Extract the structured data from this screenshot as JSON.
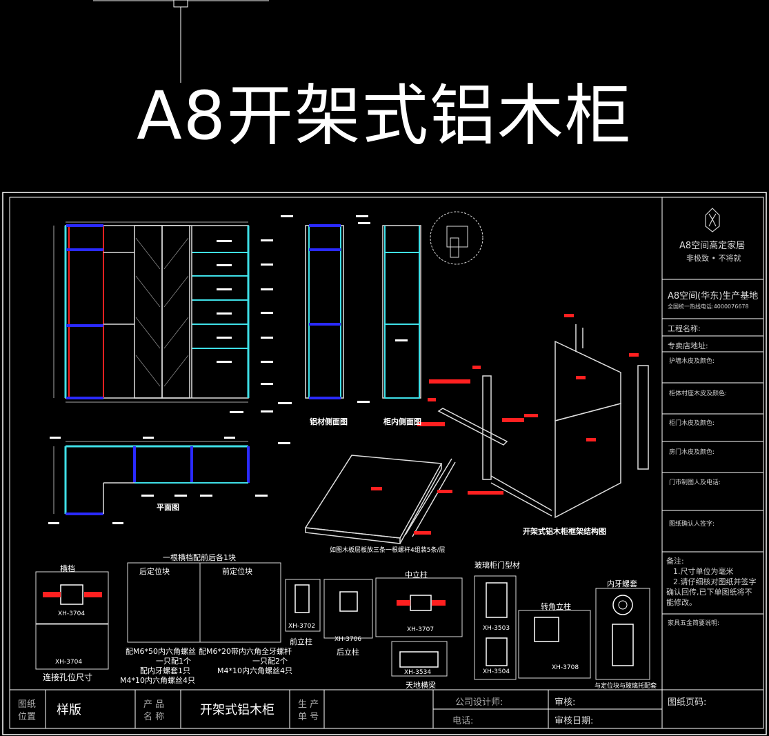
{
  "title": "A8开架式铝木柜",
  "views": {
    "side_section": "铝材侧面图",
    "inner_side": "柜内侧面图",
    "plan": "平面图",
    "exploded": "开架式铝木柜框架结构图",
    "top_panel_note": "如图木板层板放三条一根螺杆4组装5条/层"
  },
  "details": {
    "crossbar_note": "一根横档配前后各1块",
    "crossbar": "横档",
    "xh3704": "XH-3704",
    "rear_block": "后定位块",
    "front_block": "前定位块",
    "hole_size": "连接孔位尺寸",
    "rear_block_note": [
      "配M6*50内六角螺丝",
      "一只配1个",
      "配内牙螺套1只",
      "M4*10内六角螺丝4只"
    ],
    "front_block_note": [
      "配M6*20带内六角全牙螺杆",
      "一只配2个",
      "M4*10内六角螺丝4只"
    ],
    "front_post": "前立柱",
    "xh3702": "XH-3702",
    "rear_post": "后立柱",
    "xh3706": "XH-3706",
    "mid_post": "中立柱",
    "xh3707": "XH-3707",
    "ceiling_beam": "天地横梁",
    "xh3534": "XH-3534",
    "glass_door": "玻璃柜门型材",
    "xh3503": "XH-3503",
    "xh3504": "XH-3504",
    "corner_post": "转角立柱",
    "xh3708": "XH-3708",
    "thread_sleeve": "内牙螺套",
    "thread_note": "与定位块与玻璃托配套"
  },
  "title_block": {
    "brand": "A8空间高定家居",
    "slogan": "非极致 • 不将就",
    "factory": "A8空间(华东)生产基地",
    "hotline": "全国统一热线电话:4000076678",
    "project": "工程名称:",
    "store": "专卖店地址:",
    "wall_color": "护墙木皮及颜色:",
    "body_color": "柜体村座木皮及颜色:",
    "door_color": "柜门木皮及颜色:",
    "room_door": "房门木皮及颜色:",
    "drafter": "门市制图人及电话:",
    "confirm": "图纸确认人签字:",
    "remark_title": "备注:",
    "remark_1": "1.尺寸单位为毫米",
    "remark_2": "2.请仔细核对图纸并签字",
    "remark_3": "确认回传,已下单图纸将不",
    "remark_4": "能修改。",
    "hardware": "家具五金简要说明:"
  },
  "footer": {
    "drawing_pos_1": "图纸",
    "drawing_pos_2": "位置",
    "sample": "样版",
    "product_1": "产 品",
    "product_2": "名 称",
    "product_name": "开架式铝木柜",
    "order_1": "生 产",
    "order_2": "单 号",
    "designer": "公司设计师:",
    "phone": "电话:",
    "review": "审核:",
    "review_date": "审核日期:",
    "page": "图纸页码:"
  },
  "colors": {
    "background": "#000000",
    "frame": "#ffffff",
    "cyan": "#3fe0e8",
    "blue": "#2a2aff",
    "red": "#ff2020"
  }
}
